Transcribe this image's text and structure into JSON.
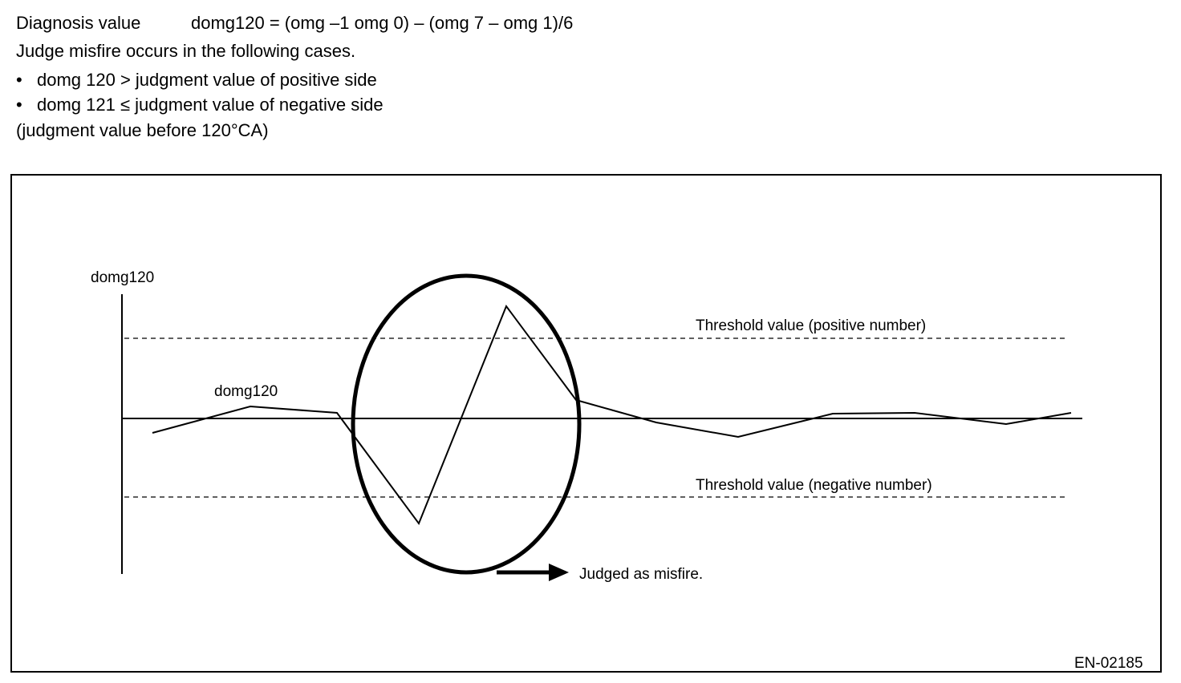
{
  "header": {
    "diagnosis_label": "Diagnosis value",
    "diagnosis_formula": "domg120 = (omg –1 omg 0) – (omg 7 – omg 1)/6",
    "judge_line": "Judge misfire occurs in the following cases.",
    "bullets": [
      "domg 120 > judgment value of positive side",
      "domg 121 ≤ judgment value of negative side"
    ],
    "bullet_symbol": "•",
    "note": "(judgment value before 120°CA)"
  },
  "diagram": {
    "y_axis_label": "domg120",
    "curve_label": "domg120",
    "threshold_positive_label": "Threshold value (positive number)",
    "threshold_negative_label": "Threshold value (negative number)",
    "misfire_label": "Judged as misfire.",
    "figure_id": "EN-02185"
  }
}
